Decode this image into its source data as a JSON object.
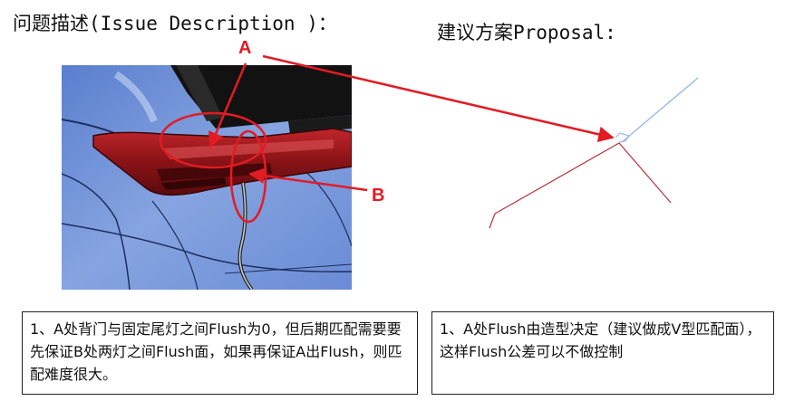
{
  "issue": {
    "heading": "问题描述(Issue  Description )：",
    "callout_a": "A",
    "callout_b": "B",
    "note": "1、A处背门与固定尾灯之间Flush为0，但后期匹配需要要先保证B处两灯之间Flush面，如果再保证A出Flush，则匹配难度很大。"
  },
  "proposal": {
    "heading": "建议方案Proposal:",
    "note": "1、A处Flush由造型决定（建议做成V型匹配面），这样Flush公差可以不做控制"
  },
  "colors": {
    "annotation_red": "#e31b23",
    "profile_red": "#b5303a",
    "profile_blue": "#9bb8e8",
    "body_blue": "#6f8fd6",
    "lamp_red": "#8e1418"
  }
}
